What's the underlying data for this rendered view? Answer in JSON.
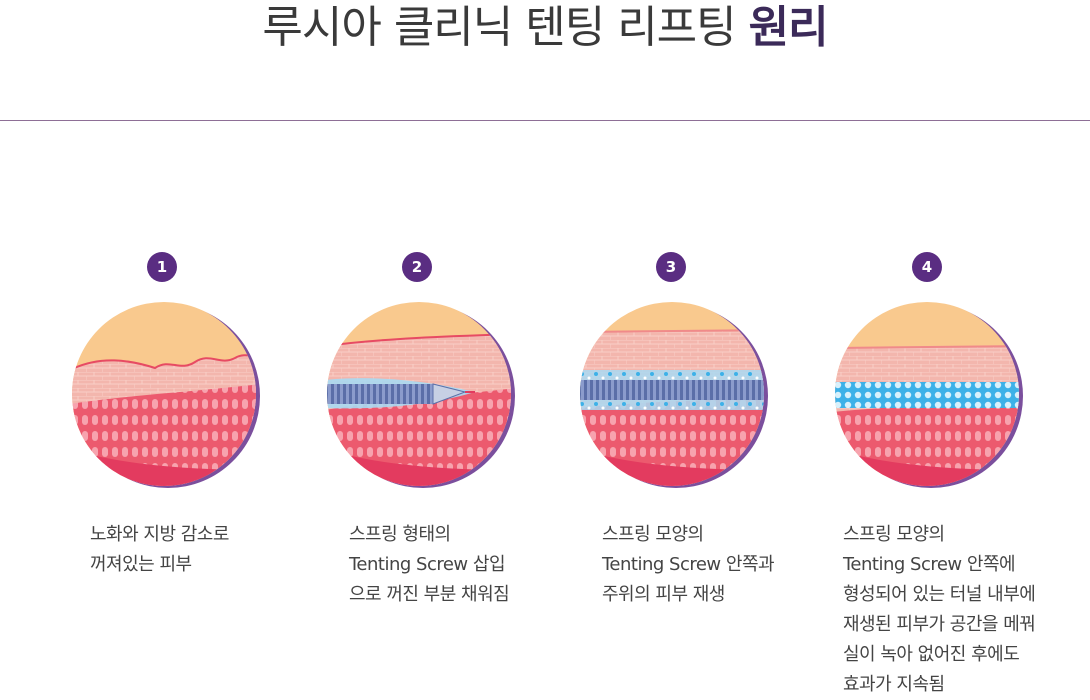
{
  "header": {
    "title_light": "루시아 클리닉 텐팅 리프팅",
    "title_bold": "원리"
  },
  "steps": [
    {
      "number": "1",
      "lines": [
        "노화와 지방 감소로",
        "꺼져있는 피부"
      ]
    },
    {
      "number": "2",
      "lines": [
        "스프링 형태의",
        "Tenting Screw 삽입",
        "으로 꺼진 부분 채워짐"
      ]
    },
    {
      "number": "3",
      "lines": [
        "스프링 모양의",
        "Tenting Screw 안쪽과",
        "주위의 피부 재생"
      ]
    },
    {
      "number": "4",
      "lines": [
        "스프링 모양의",
        "Tenting Screw 안쪽에",
        "형성되어 있는 터널 내부에",
        "재생된 피부가 공간을 메꿔",
        "실이 녹아 없어진 후에도",
        "효과가 지속됨"
      ]
    }
  ],
  "colors": {
    "badge": "#5a2d82",
    "title_bold": "#3b2a59",
    "divider": "#8e6f96",
    "fat_layer": "#f9c98e",
    "dermis": "#f3b6ad",
    "muscle": "#ec5a6e",
    "deep": "#e33b5f",
    "circle_shadow": "#7b4f9d",
    "screw": "#5b6ea8",
    "regen": "#3db1e8"
  }
}
